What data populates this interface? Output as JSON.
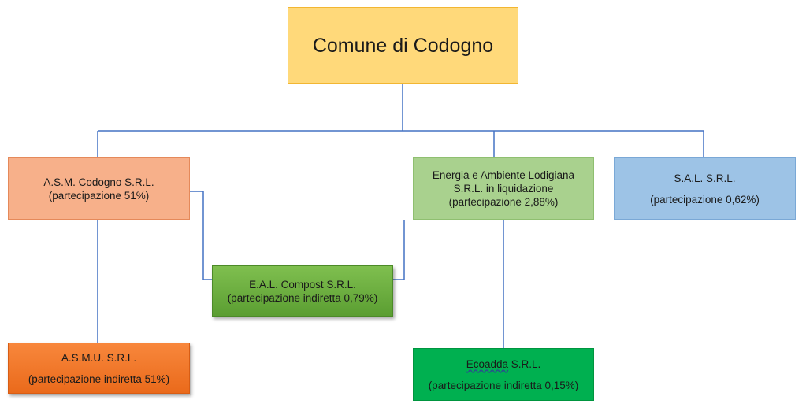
{
  "root": {
    "label": "Comune di Codogno"
  },
  "nodes": {
    "asm": {
      "name": "A.S.M. Codogno S.R.L.",
      "share": "(partecipazione 51%)",
      "color": "#f7b08a"
    },
    "energia": {
      "name_line1": "Energia e Ambiente Lodigiana",
      "name_line2": "S.R.L. in liquidazione",
      "share": "(partecipazione 2,88%)",
      "color": "#a9d18e"
    },
    "sal": {
      "name": "S.A.L. S.R.L.",
      "share": "(partecipazione 0,62%)",
      "color": "#9dc3e6"
    },
    "compost": {
      "name": "E.A.L. Compost S.R.L.",
      "share": "(partecipazione indiretta 0,79%)",
      "color": "#6fae41"
    },
    "asmu": {
      "name": "A.S.M.U. S.R.L.",
      "share": "(partecipazione indiretta 51%)",
      "color": "#f47a2a"
    },
    "ecoadda": {
      "name_main": "Ecoadda",
      "name_suffix": " S.R.L.",
      "share": "(partecipazione indiretta 0,15%)",
      "color": "#00b050"
    }
  },
  "colors": {
    "connector": "#4472c4",
    "root_fill": "#ffd97a"
  }
}
